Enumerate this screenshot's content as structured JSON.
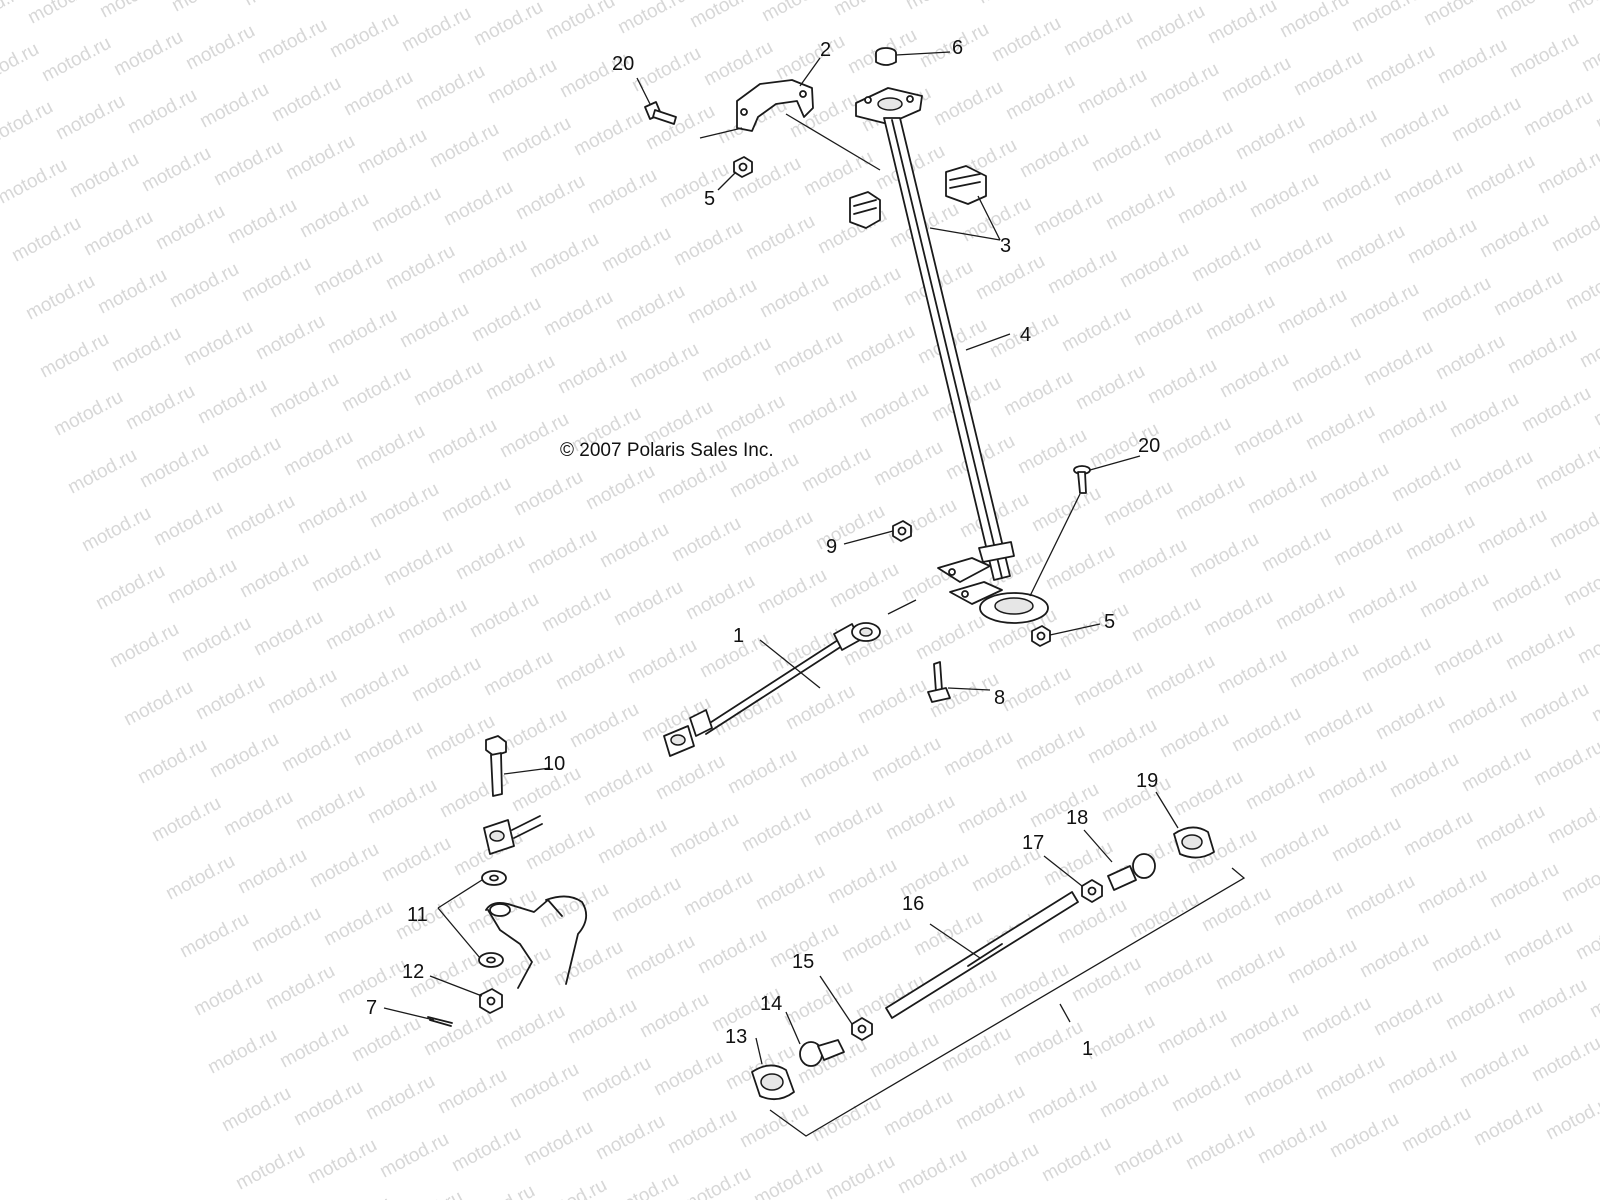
{
  "watermark": {
    "text": "motod.ru"
  },
  "copyright": "© 2007 Polaris Sales Inc.",
  "callouts": [
    {
      "id": "c20a",
      "label": "20"
    },
    {
      "id": "c2",
      "label": "2"
    },
    {
      "id": "c6",
      "label": "6"
    },
    {
      "id": "c5a",
      "label": "5"
    },
    {
      "id": "c3",
      "label": "3"
    },
    {
      "id": "c4",
      "label": "4"
    },
    {
      "id": "c20b",
      "label": "20"
    },
    {
      "id": "c9",
      "label": "9"
    },
    {
      "id": "c5b",
      "label": "5"
    },
    {
      "id": "c1a",
      "label": "1"
    },
    {
      "id": "c8",
      "label": "8"
    },
    {
      "id": "c10",
      "label": "10"
    },
    {
      "id": "c11",
      "label": "11"
    },
    {
      "id": "c12",
      "label": "12"
    },
    {
      "id": "c7",
      "label": "7"
    },
    {
      "id": "c13",
      "label": "13"
    },
    {
      "id": "c14",
      "label": "14"
    },
    {
      "id": "c15",
      "label": "15"
    },
    {
      "id": "c16",
      "label": "16"
    },
    {
      "id": "c17",
      "label": "17"
    },
    {
      "id": "c18",
      "label": "18"
    },
    {
      "id": "c19",
      "label": "19"
    },
    {
      "id": "c1b",
      "label": "1"
    }
  ]
}
